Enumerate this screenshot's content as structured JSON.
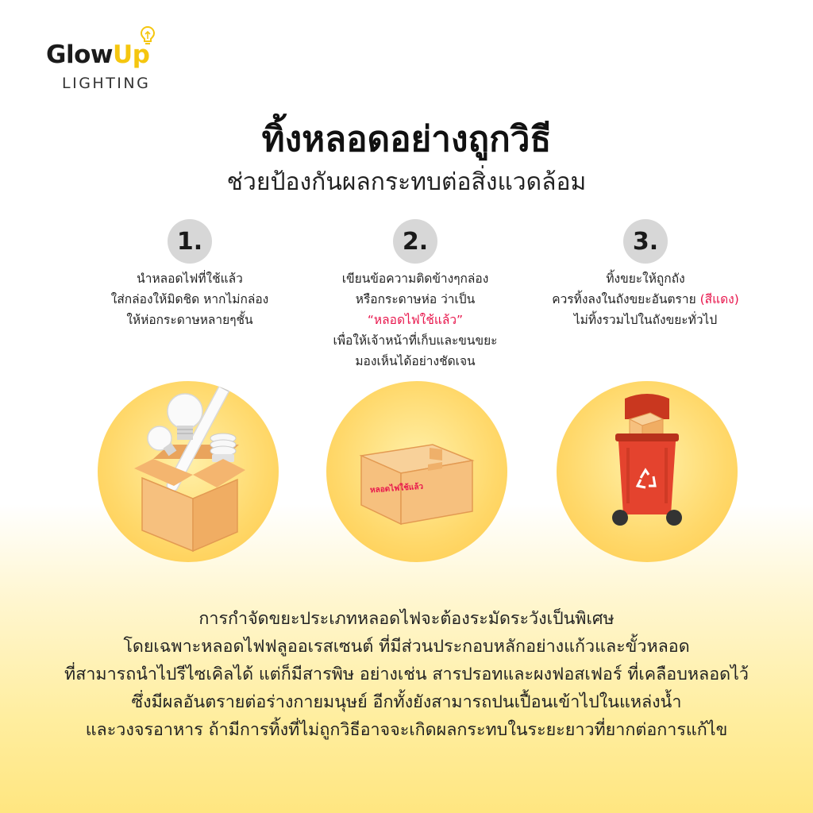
{
  "brand": {
    "name_part1": "Glow",
    "name_part2": "Up",
    "tagline": "LIGHTING"
  },
  "title": "ทิ้งหลอดอย่างถูกวิธี",
  "subtitle": "ช่วยป้องกันผลกระทบต่อสิ่งแวดล้อม",
  "steps": [
    {
      "number": "1.",
      "lines": [
        "นำหลอดไฟที่ใช้แล้ว",
        "ใส่กล่องให้มิดชิด หากไม่กล่อง",
        "ให้ห่อกระดาษหลายๆชั้น"
      ]
    },
    {
      "number": "2.",
      "line1": "เขียนข้อความติดข้างๆกล่อง",
      "line2": "หรือกระดาษห่อ ว่าเป็น",
      "quote": "“หลอดไฟใช้แล้ว”",
      "line4": "เพื่อให้เจ้าหน้าที่เก็บและขนขยะ",
      "line5": "มองเห็นได้อย่างชัดเจน"
    },
    {
      "number": "3.",
      "line1": "ทิ้งขยะให้ถูกถัง",
      "line2_prefix": "ควรทิ้งลงในถังขยะอันตราย ",
      "line2_highlight": "(สีแดง)",
      "line3": "ไม่ทิ้งรวมไปในถังขยะทั่วไป"
    }
  ],
  "box_label": "หลอดไฟใช้แล้ว",
  "paragraph": [
    "การกำจัดขยะประเภทหลอดไฟจะต้องระมัดระวังเป็นพิเศษ",
    "โดยเฉพาะหลอดไฟฟลูออเรสเซนต์ ที่มีส่วนประกอบหลักอย่างแก้วและขั้วหลอด",
    "ที่สามารถนำไปรีไซเคิลได้ แต่ก็มีสารพิษ อย่างเช่น สารปรอทและผงฟอสเฟอร์ ที่เคลือบหลอดไว้",
    "ซึ่งมีผลอันตรายต่อร่างกายมนุษย์ อีกทั้งยังสามารถปนเปื้อนเข้าไปในแหล่งน้ำ",
    "และวงจรอาหาร ถ้ามีการทิ้งที่ไม่ถูกวิธีอาจจะเกิดผลกระทบในระยะยาวที่ยากต่อการแก้ไข"
  ],
  "icons": {
    "logo": "lightbulb-icon",
    "step1": "box-with-bulbs-icon",
    "step2": "labeled-box-icon",
    "step3": "red-hazard-bin-icon",
    "recycle": "recycle-icon"
  },
  "colors": {
    "brand_yellow": "#f5c60f",
    "highlight_red": "#e8174d",
    "bin_red": "#e4432e",
    "box_tan": "#f6c07e"
  }
}
